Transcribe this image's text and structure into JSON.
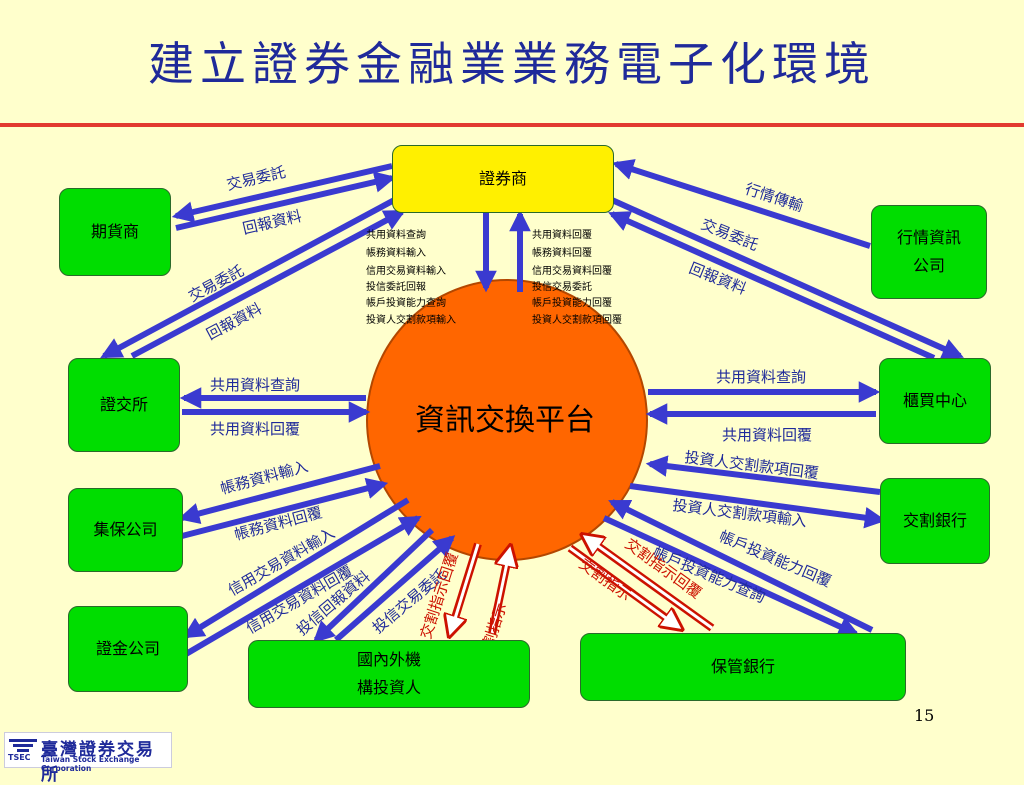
{
  "title": "建立證券金融業業務電子化環境",
  "page_number": "15",
  "logo": {
    "mark": "TSEC",
    "name_cn": "臺灣證券交易所",
    "name_en": "Taiwan Stock Exchange Corporation"
  },
  "colors": {
    "title": "#1F2A9A",
    "rule": "#E23A30",
    "arrow": "#3A3AD0",
    "red_arrow": "#CC1100",
    "node": "#00DD00",
    "hub": "#FF6600",
    "broker": "#FFF000"
  },
  "nodes": {
    "broker": "證券商",
    "futures": "期貨商",
    "quote_line1": "行情資訊",
    "quote_line2": "公司",
    "twse": "證交所",
    "otc": "櫃買中心",
    "tdcc": "集保公司",
    "settlement_bank": "交割銀行",
    "securities_finance": "證金公司",
    "investor_line1": "國內外機",
    "investor_line2": "構投資人",
    "custodian": "保管銀行",
    "hub": "資訊交換平台"
  },
  "labels": {
    "futures_order": "交易委託",
    "futures_report": "回報資料",
    "twse_order": "交易委託",
    "twse_report": "回報資料",
    "quote_feed": "行情傳輸",
    "otc_order": "交易委託",
    "otc_report": "回報資料",
    "twse_query": "共用資料查詢",
    "twse_reply": "共用資料回覆",
    "otc_query": "共用資料查詢",
    "otc_reply": "共用資料回覆",
    "tdcc_input": "帳務資料輸入",
    "tdcc_reply": "帳務資料回覆",
    "sf_input": "信用交易資料輸入",
    "sf_reply": "信用交易資料回覆",
    "inv_report": "投信回報資料",
    "inv_order": "投信交易委託",
    "inv_inst_reply": "交割指示回覆",
    "inv_inst": "交割指示",
    "cust_inst_reply": "交割指示回覆",
    "cust_inst": "交割指示",
    "bank_reply": "投資人交割款項回覆",
    "bank_input": "投資人交割款項輸入",
    "cust_ability_reply": "帳戶投資能力回覆",
    "cust_ability_query": "帳戶投資能力查詢"
  },
  "broker_down_list": [
    "共用資料查詢",
    "帳務資料輸入",
    "信用交易資料輸入",
    "投信委託回報",
    "帳戶投資能力查詢",
    "投資人交割款項輸入"
  ],
  "broker_up_list": [
    "共用資料回覆",
    "帳務資料回覆",
    "信用交易資料回覆",
    "投信交易委託",
    "帳戶投資能力回覆",
    "投資人交割款項回覆"
  ]
}
